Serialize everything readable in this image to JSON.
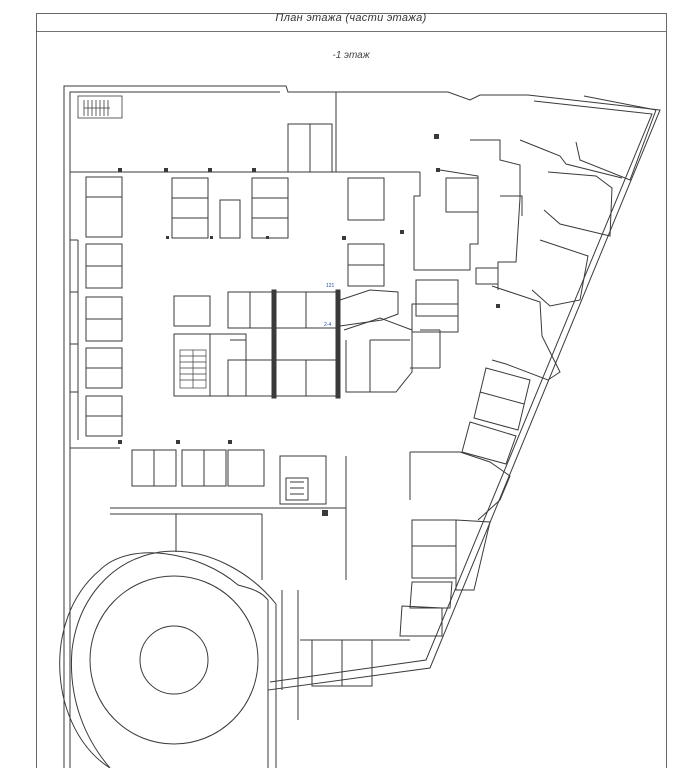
{
  "sheet": {
    "title": "План этажа (части этажа)",
    "floor_label": "-1 этаж"
  },
  "plan": {
    "room_labels": [
      "121",
      "2-4"
    ]
  },
  "colors": {
    "line": "#3a3a3a",
    "frame": "#444444",
    "wall_fill": "#ffffff"
  }
}
